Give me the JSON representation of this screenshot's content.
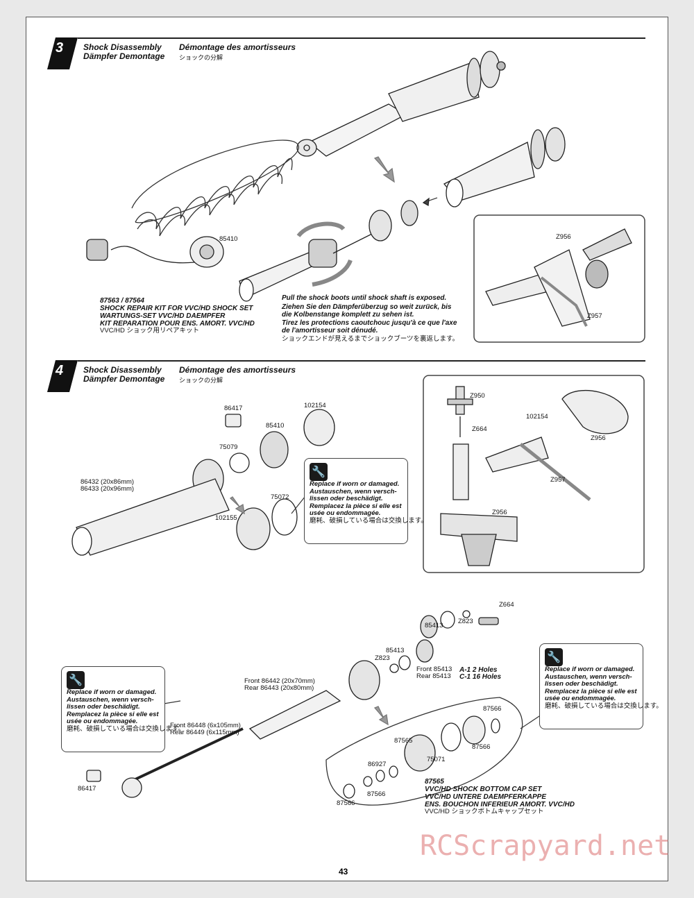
{
  "step3": {
    "number": "3",
    "title_en": "Shock Disassembly",
    "title_fr": "Démontage des amortisseurs",
    "title_de": "Dämpfer Demontage",
    "title_jp": "ショックの分解",
    "part_85410": "85410",
    "kit_number": "87563 / 87564",
    "kit_en": "SHOCK REPAIR KIT FOR VVC/HD SHOCK SET",
    "kit_de": "WARTUNGS-SET VVC/HD DAEMPFER",
    "kit_fr": "KIT REPARATION POUR ENS. AMORT. VVC/HD",
    "kit_jp": "VVC/HD ショック用リペアキット",
    "instr_en": "Pull the shock boots until shock shaft is exposed.",
    "instr_de_1": "Ziehen Sie den Dämpferüberzug so weit zurück, bis",
    "instr_de_2": "die Kolbenstange komplett zu sehen ist.",
    "instr_fr_1": "Tirez les protections caoutchouc jusqu'à ce que l'axe",
    "instr_fr_2": "de l'amortisseur soit dénudé.",
    "instr_jp": "ショックエンドが見えるまでショックブーツを裏返します。",
    "tool_z956": "Z956",
    "tool_z957": "Z957"
  },
  "step4": {
    "number": "4",
    "title_en": "Shock Disassembly",
    "title_fr": "Démontage des amortisseurs",
    "title_de": "Dämpfer Demontage",
    "title_jp": "ショックの分解",
    "parts": {
      "p86417": "86417",
      "p102154": "102154",
      "p85410b": "85410",
      "p75079": "75079",
      "p86432": "86432 (20x86mm)",
      "p86433": "86433 (20x96mm)",
      "p75072": "75072",
      "p102155": "102155",
      "z950": "Z950",
      "z664": "Z664",
      "box_102154": "102154",
      "box_z956a": "Z956",
      "box_z957": "Z957",
      "box_z956b": "Z956"
    },
    "note": {
      "en": "Replace if worn or damaged.",
      "de_1": "Austauschen, wenn versch-",
      "de_2": "lissen oder beschädigt.",
      "fr_1": "Remplacez la pièce si elle est",
      "fr_2": "usée ou endommagée.",
      "jp": "磨耗、破損している場合は交換します。"
    }
  },
  "lower": {
    "z664": "Z664",
    "z823_a": "Z823",
    "z823_b": "Z823",
    "p85413_a": "85413",
    "p85413_b": "85413",
    "front_85413": "Front 85413",
    "front_85413_code": "A-1 2 Holes",
    "rear_85413": "Rear 85413",
    "rear_85413_code": "C-1 16 Holes",
    "front_86442": "Front 86442 (20x70mm)",
    "rear_86443": "Rear 86443 (20x80mm)",
    "front_86448": "Front 86448 (6x105mm)",
    "rear_86449": "Rear 86449 (6x115mm)",
    "p86417": "86417",
    "p87566_a": "87566",
    "p87565": "87565",
    "p75071": "75071",
    "p87566_b": "87566",
    "p86927": "86927",
    "p87566_c": "87566",
    "p87566_d": "87566",
    "set_number": "87565",
    "set_en": "VVC/HD SHOCK BOTTOM CAP SET",
    "set_de": "VVC/HD UNTERE DAEMPFERKAPPE",
    "set_fr": "ENS. BOUCHON INFERIEUR AMORT. VVC/HD",
    "set_jp": "VVC/HD ショックボトムキャップセット"
  },
  "page_number": "43",
  "watermark": "RCScrapyard.net"
}
